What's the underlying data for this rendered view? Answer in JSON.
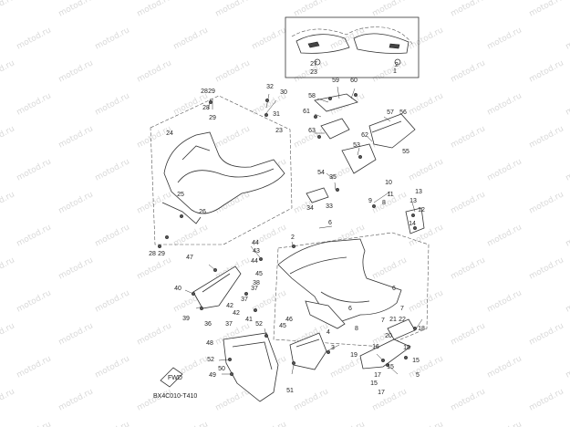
{
  "diagram_code": "BX4C010-T410",
  "watermark": "motod.ru",
  "front_badge": "FWD",
  "callouts": [
    "1",
    "2",
    "3",
    "4",
    "5",
    "6",
    "7",
    "8",
    "9",
    "10",
    "11",
    "12",
    "13",
    "14",
    "15",
    "16",
    "17",
    "18",
    "19",
    "20",
    "21",
    "22",
    "23",
    "24",
    "25",
    "26",
    "27",
    "28",
    "29",
    "30",
    "31",
    "32",
    "33",
    "34",
    "35",
    "36",
    "37",
    "38",
    "39",
    "40",
    "41",
    "42",
    "43",
    "44",
    "45",
    "46",
    "47",
    "48",
    "49",
    "50",
    "51",
    "52",
    "53",
    "54",
    "55",
    "56",
    "57",
    "58",
    "59",
    "60",
    "61",
    "62",
    "63"
  ]
}
